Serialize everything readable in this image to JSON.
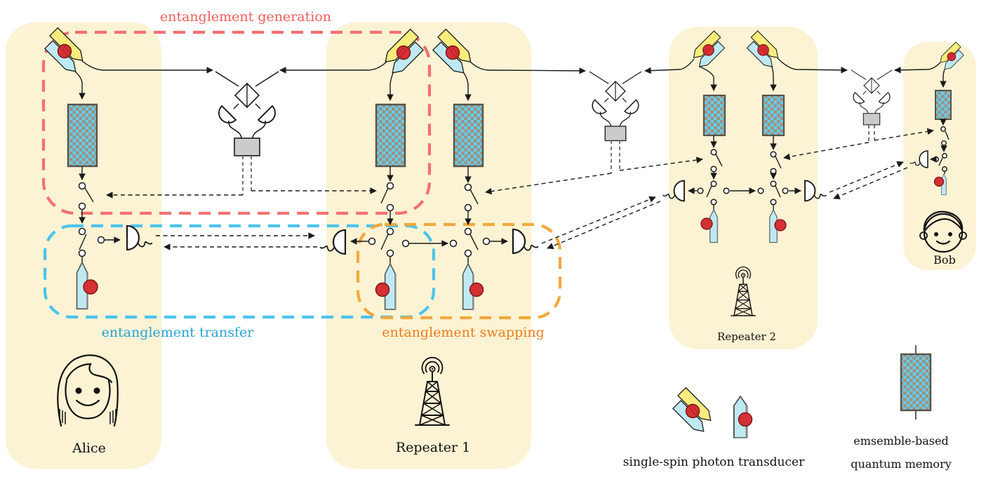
{
  "sections": {
    "generation": {
      "label": "entanglement generation",
      "box_color": "#f47070",
      "text_color": "#f25c5c"
    },
    "transfer": {
      "label": "entanglement transfer",
      "box_color": "#4cc4ec",
      "text_color": "#2aa3d6"
    },
    "swapping": {
      "label": "entanglement swapping",
      "box_color": "#f2a93b",
      "text_color": "#ee7d1c"
    }
  },
  "nodes": {
    "alice": {
      "label": "Alice",
      "icon": "person-girl-icon"
    },
    "repeater1": {
      "label": "Repeater 1",
      "icon": "radio-tower-icon"
    },
    "repeater2": {
      "label": "Repeater 2",
      "icon": "radio-tower-icon"
    },
    "bob": {
      "label": "Bob",
      "icon": "person-boy-icon"
    }
  },
  "legend": {
    "transducer": {
      "label": "single-spin photon transducer",
      "icon": "single-spin-transducer-icon"
    },
    "memory": {
      "label_line1": "emsemble-based",
      "label_line2": "quantum memory",
      "icon": "quantum-memory-icon"
    }
  },
  "colors": {
    "node_region_fill": "#fcf3d4",
    "transducer_yellow": "#f8ec7d",
    "transducer_cyan": "#bfe9f2",
    "spin_red": "#d53034",
    "memory_fill": "#5fd0f0",
    "memory_dots": "#a2907f",
    "electronics_gray": "#cbcbcb",
    "line_black": "#1a1a1a"
  }
}
